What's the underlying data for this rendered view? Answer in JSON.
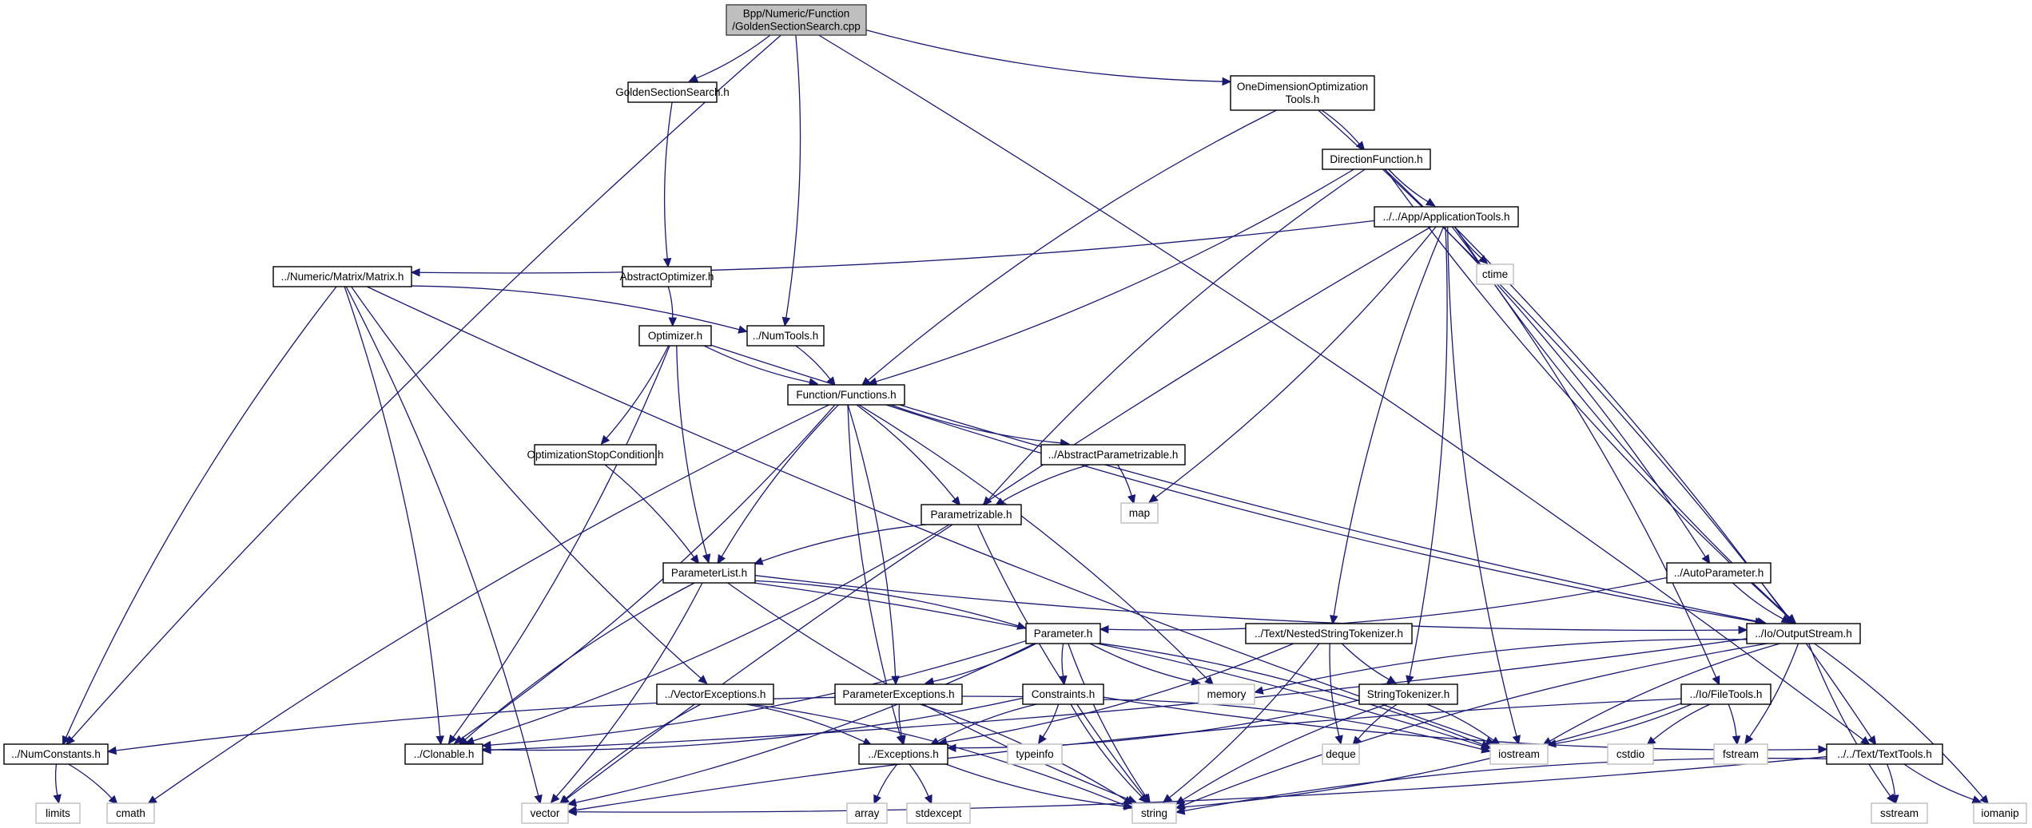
{
  "title": "Include dependency graph for GoldenSectionSearch.cpp",
  "colors": {
    "edge": "#191970",
    "root_fill": "#bfbfbf",
    "file_border": "#000000",
    "system_border": "#bfbfbf"
  },
  "nodes": [
    {
      "id": "root",
      "kind": "root",
      "lines": [
        "Bpp/Numeric/Function",
        "/GoldenSectionSearch.cpp"
      ]
    },
    {
      "id": "gss",
      "kind": "file",
      "lines": [
        "GoldenSectionSearch.h"
      ]
    },
    {
      "id": "odot",
      "kind": "file",
      "lines": [
        "OneDimensionOptimization",
        "Tools.h"
      ]
    },
    {
      "id": "dirf",
      "kind": "file",
      "lines": [
        "DirectionFunction.h"
      ]
    },
    {
      "id": "apptools",
      "kind": "file",
      "lines": [
        "../../App/ApplicationTools.h"
      ]
    },
    {
      "id": "ctime",
      "kind": "sys",
      "lines": [
        "ctime"
      ]
    },
    {
      "id": "matrix",
      "kind": "file",
      "lines": [
        "../Numeric/Matrix/Matrix.h"
      ]
    },
    {
      "id": "absopt",
      "kind": "file",
      "lines": [
        "AbstractOptimizer.h"
      ]
    },
    {
      "id": "optimizer",
      "kind": "file",
      "lines": [
        "Optimizer.h"
      ]
    },
    {
      "id": "numtools",
      "kind": "file",
      "lines": [
        "../NumTools.h"
      ]
    },
    {
      "id": "functions",
      "kind": "file",
      "lines": [
        "Function/Functions.h"
      ]
    },
    {
      "id": "optstop",
      "kind": "file",
      "lines": [
        "OptimizationStopCondition.h"
      ]
    },
    {
      "id": "absparam",
      "kind": "file",
      "lines": [
        "../AbstractParametrizable.h"
      ]
    },
    {
      "id": "map",
      "kind": "sys",
      "lines": [
        "map"
      ]
    },
    {
      "id": "parametrizable",
      "kind": "file",
      "lines": [
        "Parametrizable.h"
      ]
    },
    {
      "id": "paramlist",
      "kind": "file",
      "lines": [
        "ParameterList.h"
      ]
    },
    {
      "id": "autoparam",
      "kind": "file",
      "lines": [
        "../AutoParameter.h"
      ]
    },
    {
      "id": "parameter",
      "kind": "file",
      "lines": [
        "Parameter.h"
      ]
    },
    {
      "id": "nested",
      "kind": "file",
      "lines": [
        "../Text/NestedStringTokenizer.h"
      ]
    },
    {
      "id": "outstream",
      "kind": "file",
      "lines": [
        "../Io/OutputStream.h"
      ]
    },
    {
      "id": "vecexc",
      "kind": "file",
      "lines": [
        "../VectorExceptions.h"
      ]
    },
    {
      "id": "paramexc",
      "kind": "file",
      "lines": [
        "ParameterExceptions.h"
      ]
    },
    {
      "id": "constraints",
      "kind": "file",
      "lines": [
        "Constraints.h"
      ]
    },
    {
      "id": "memory",
      "kind": "sys",
      "lines": [
        "memory"
      ]
    },
    {
      "id": "strtok",
      "kind": "file",
      "lines": [
        "StringTokenizer.h"
      ]
    },
    {
      "id": "filetools",
      "kind": "file",
      "lines": [
        "../Io/FileTools.h"
      ]
    },
    {
      "id": "numconst",
      "kind": "file",
      "lines": [
        "../NumConstants.h"
      ]
    },
    {
      "id": "clonable",
      "kind": "file",
      "lines": [
        "../Clonable.h"
      ]
    },
    {
      "id": "exceptions",
      "kind": "file",
      "lines": [
        "../Exceptions.h"
      ]
    },
    {
      "id": "typeinfo",
      "kind": "sys",
      "lines": [
        "typeinfo"
      ]
    },
    {
      "id": "deque",
      "kind": "sys",
      "lines": [
        "deque"
      ]
    },
    {
      "id": "iostream",
      "kind": "sys",
      "lines": [
        "iostream"
      ]
    },
    {
      "id": "cstdio",
      "kind": "sys",
      "lines": [
        "cstdio"
      ]
    },
    {
      "id": "fstream",
      "kind": "sys",
      "lines": [
        "fstream"
      ]
    },
    {
      "id": "texttools",
      "kind": "file",
      "lines": [
        "../../Text/TextTools.h"
      ]
    },
    {
      "id": "limits",
      "kind": "sys",
      "lines": [
        "limits"
      ]
    },
    {
      "id": "cmath",
      "kind": "sys",
      "lines": [
        "cmath"
      ]
    },
    {
      "id": "vector",
      "kind": "sys",
      "lines": [
        "vector"
      ]
    },
    {
      "id": "array",
      "kind": "sys",
      "lines": [
        "array"
      ]
    },
    {
      "id": "stdexcept",
      "kind": "sys",
      "lines": [
        "stdexcept"
      ]
    },
    {
      "id": "string",
      "kind": "sys",
      "lines": [
        "string"
      ]
    },
    {
      "id": "sstream",
      "kind": "sys",
      "lines": [
        "sstream"
      ]
    },
    {
      "id": "iomanip",
      "kind": "sys",
      "lines": [
        "iomanip"
      ]
    }
  ],
  "edges": [
    [
      "root",
      "gss"
    ],
    [
      "root",
      "odot"
    ],
    [
      "root",
      "numtools"
    ],
    [
      "root",
      "numconst"
    ],
    [
      "root",
      "texttools"
    ],
    [
      "gss",
      "absopt"
    ],
    [
      "odot",
      "dirf"
    ],
    [
      "odot",
      "functions"
    ],
    [
      "odot",
      "outstream"
    ],
    [
      "dirf",
      "apptools"
    ],
    [
      "dirf",
      "functions"
    ],
    [
      "dirf",
      "parametrizable"
    ],
    [
      "dirf",
      "autoparam"
    ],
    [
      "dirf",
      "outstream"
    ],
    [
      "apptools",
      "matrix"
    ],
    [
      "apptools",
      "ctime"
    ],
    [
      "apptools",
      "map"
    ],
    [
      "apptools",
      "nested"
    ],
    [
      "apptools",
      "strtok"
    ],
    [
      "apptools",
      "iostream"
    ],
    [
      "apptools",
      "filetools"
    ],
    [
      "apptools",
      "outstream"
    ],
    [
      "apptools",
      "texttools"
    ],
    [
      "apptools",
      "vector"
    ],
    [
      "matrix",
      "numtools"
    ],
    [
      "matrix",
      "numconst"
    ],
    [
      "matrix",
      "clonable"
    ],
    [
      "matrix",
      "vecexc"
    ],
    [
      "matrix",
      "vector"
    ],
    [
      "matrix",
      "iostream"
    ],
    [
      "absopt",
      "optimizer"
    ],
    [
      "optimizer",
      "functions"
    ],
    [
      "optimizer",
      "optstop"
    ],
    [
      "optimizer",
      "paramlist"
    ],
    [
      "optimizer",
      "clonable"
    ],
    [
      "optimizer",
      "outstream"
    ],
    [
      "numtools",
      "functions"
    ],
    [
      "functions",
      "absparam"
    ],
    [
      "functions",
      "parametrizable"
    ],
    [
      "functions",
      "paramlist"
    ],
    [
      "functions",
      "paramexc"
    ],
    [
      "functions",
      "exceptions"
    ],
    [
      "functions",
      "clonable"
    ],
    [
      "functions",
      "cmath"
    ],
    [
      "functions",
      "memory"
    ],
    [
      "functions",
      "outstream"
    ],
    [
      "optstop",
      "paramlist"
    ],
    [
      "absparam",
      "parametrizable"
    ],
    [
      "absparam",
      "map"
    ],
    [
      "parametrizable",
      "paramlist"
    ],
    [
      "parametrizable",
      "clonable"
    ],
    [
      "parametrizable",
      "string"
    ],
    [
      "paramlist",
      "parameter"
    ],
    [
      "paramlist",
      "clonable"
    ],
    [
      "paramlist",
      "vector"
    ],
    [
      "paramlist",
      "string"
    ],
    [
      "paramlist",
      "iostream"
    ],
    [
      "paramlist",
      "outstream"
    ],
    [
      "autoparam",
      "parameter"
    ],
    [
      "autoparam",
      "outstream"
    ],
    [
      "parameter",
      "paramexc"
    ],
    [
      "parameter",
      "constraints"
    ],
    [
      "parameter",
      "clonable"
    ],
    [
      "parameter",
      "memory"
    ],
    [
      "parameter",
      "vector"
    ],
    [
      "parameter",
      "string"
    ],
    [
      "parameter",
      "iostream"
    ],
    [
      "nested",
      "strtok"
    ],
    [
      "nested",
      "exceptions"
    ],
    [
      "nested",
      "deque"
    ],
    [
      "nested",
      "string"
    ],
    [
      "outstream",
      "memory"
    ],
    [
      "outstream",
      "clonable"
    ],
    [
      "outstream",
      "iostream"
    ],
    [
      "outstream",
      "fstream"
    ],
    [
      "outstream",
      "sstream"
    ],
    [
      "outstream",
      "iomanip"
    ],
    [
      "outstream",
      "string"
    ],
    [
      "vecexc",
      "exceptions"
    ],
    [
      "vecexc",
      "vector"
    ],
    [
      "vecexc",
      "string"
    ],
    [
      "paramexc",
      "exceptions"
    ],
    [
      "paramexc",
      "string"
    ],
    [
      "constraints",
      "exceptions"
    ],
    [
      "constraints",
      "typeinfo"
    ],
    [
      "constraints",
      "numconst"
    ],
    [
      "constraints",
      "clonable"
    ],
    [
      "constraints",
      "string"
    ],
    [
      "constraints",
      "iostream"
    ],
    [
      "constraints",
      "texttools"
    ],
    [
      "strtok",
      "exceptions"
    ],
    [
      "strtok",
      "deque"
    ],
    [
      "strtok",
      "iostream"
    ],
    [
      "strtok",
      "string"
    ],
    [
      "filetools",
      "iostream"
    ],
    [
      "filetools",
      "cstdio"
    ],
    [
      "filetools",
      "fstream"
    ],
    [
      "filetools",
      "vector"
    ],
    [
      "filetools",
      "string"
    ],
    [
      "numconst",
      "limits"
    ],
    [
      "numconst",
      "cmath"
    ],
    [
      "exceptions",
      "array"
    ],
    [
      "exceptions",
      "stdexcept"
    ],
    [
      "exceptions",
      "string"
    ],
    [
      "texttools",
      "sstream"
    ],
    [
      "texttools",
      "iomanip"
    ],
    [
      "texttools",
      "vector"
    ],
    [
      "texttools",
      "string"
    ]
  ]
}
